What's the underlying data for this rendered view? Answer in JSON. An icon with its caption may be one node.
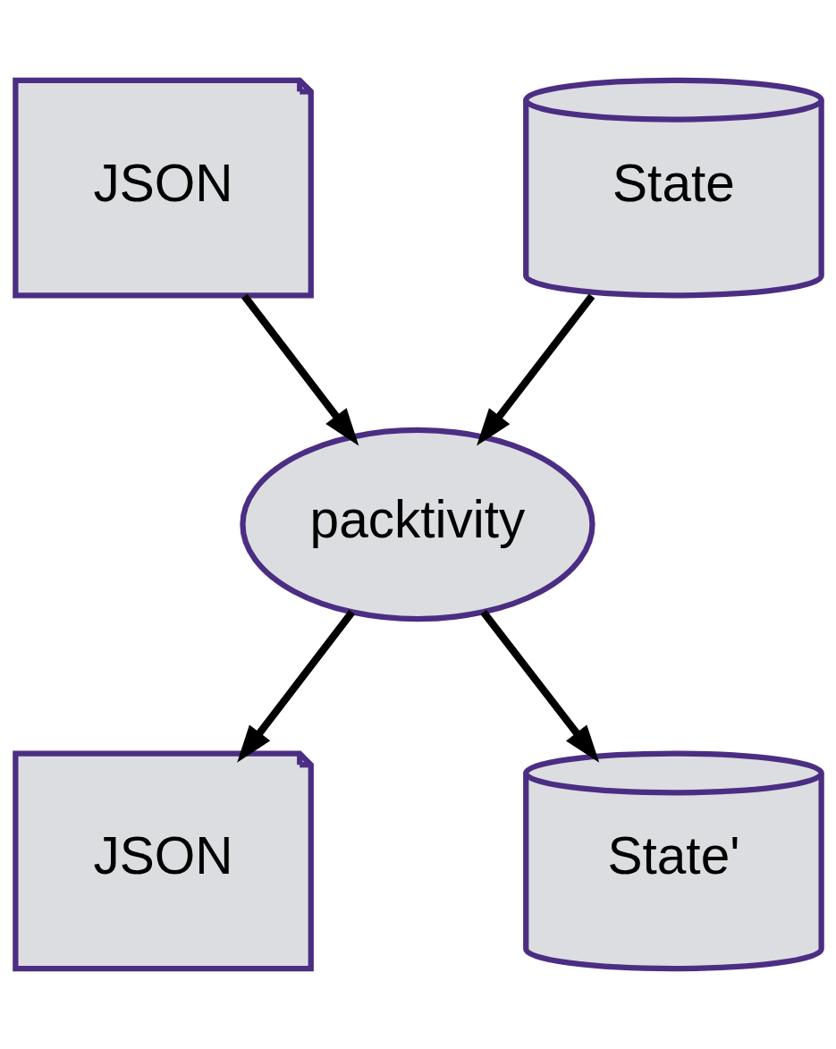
{
  "diagram": {
    "nodes": [
      {
        "text": [
          "JSON"
        ]
      },
      {
        "text": [
          "State"
        ]
      },
      {
        "text": [
          "packtivity"
        ]
      },
      {
        "text": [
          "JSON"
        ]
      },
      {
        "text": [
          "State'"
        ]
      }
    ],
    "edges": [
      {
        "from": 0,
        "to": 2,
        "arrow": "to"
      },
      {
        "from": 1,
        "to": 2,
        "arrow": "to"
      },
      {
        "from": 2,
        "to": 3,
        "arrow": "to"
      },
      {
        "from": 2,
        "to": 4,
        "arrow": "to"
      }
    ]
  }
}
